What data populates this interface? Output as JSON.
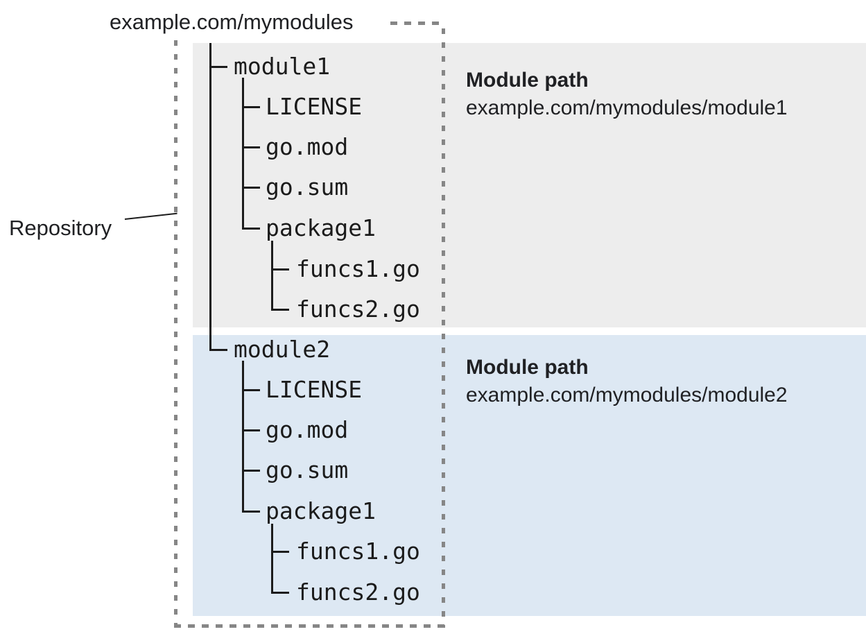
{
  "title": "example.com/mymodules",
  "repository": {
    "label": "Repository"
  },
  "module1": {
    "name": "module1",
    "files": [
      "LICENSE",
      "go.mod",
      "go.sum"
    ],
    "package": {
      "name": "package1",
      "files": [
        "funcs1.go",
        "funcs2.go"
      ]
    },
    "panel": {
      "heading": "Module path",
      "path": "example.com/mymodules/module1"
    }
  },
  "module2": {
    "name": "module2",
    "files": [
      "LICENSE",
      "go.mod",
      "go.sum"
    ],
    "package": {
      "name": "package1",
      "files": [
        "funcs1.go",
        "funcs2.go"
      ]
    },
    "panel": {
      "heading": "Module path",
      "path": "example.com/mymodules/module2"
    }
  },
  "colors": {
    "module1_bg": "#ededed",
    "module2_bg": "#dde8f3",
    "dotted_border": "#868686",
    "tree_line": "#1c1c1c",
    "text": "#202124"
  }
}
